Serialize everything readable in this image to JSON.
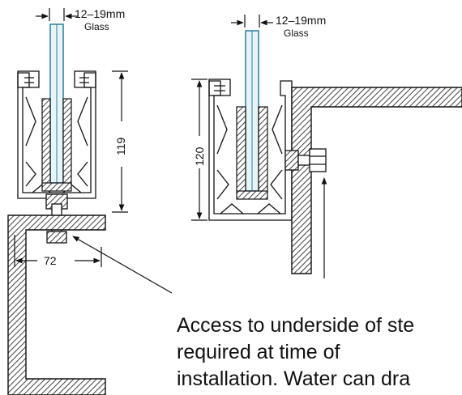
{
  "left_view": {
    "glass_range": "12–19mm",
    "glass_label": "Glass",
    "height_dim": "119",
    "offset_dim": "72"
  },
  "right_view": {
    "glass_range": "12–19mm",
    "glass_label": "Glass",
    "height_dim": "120"
  },
  "note": {
    "line1": "Access to underside of ste",
    "line2": "required at time of",
    "line3": "installation. Water can dra"
  }
}
